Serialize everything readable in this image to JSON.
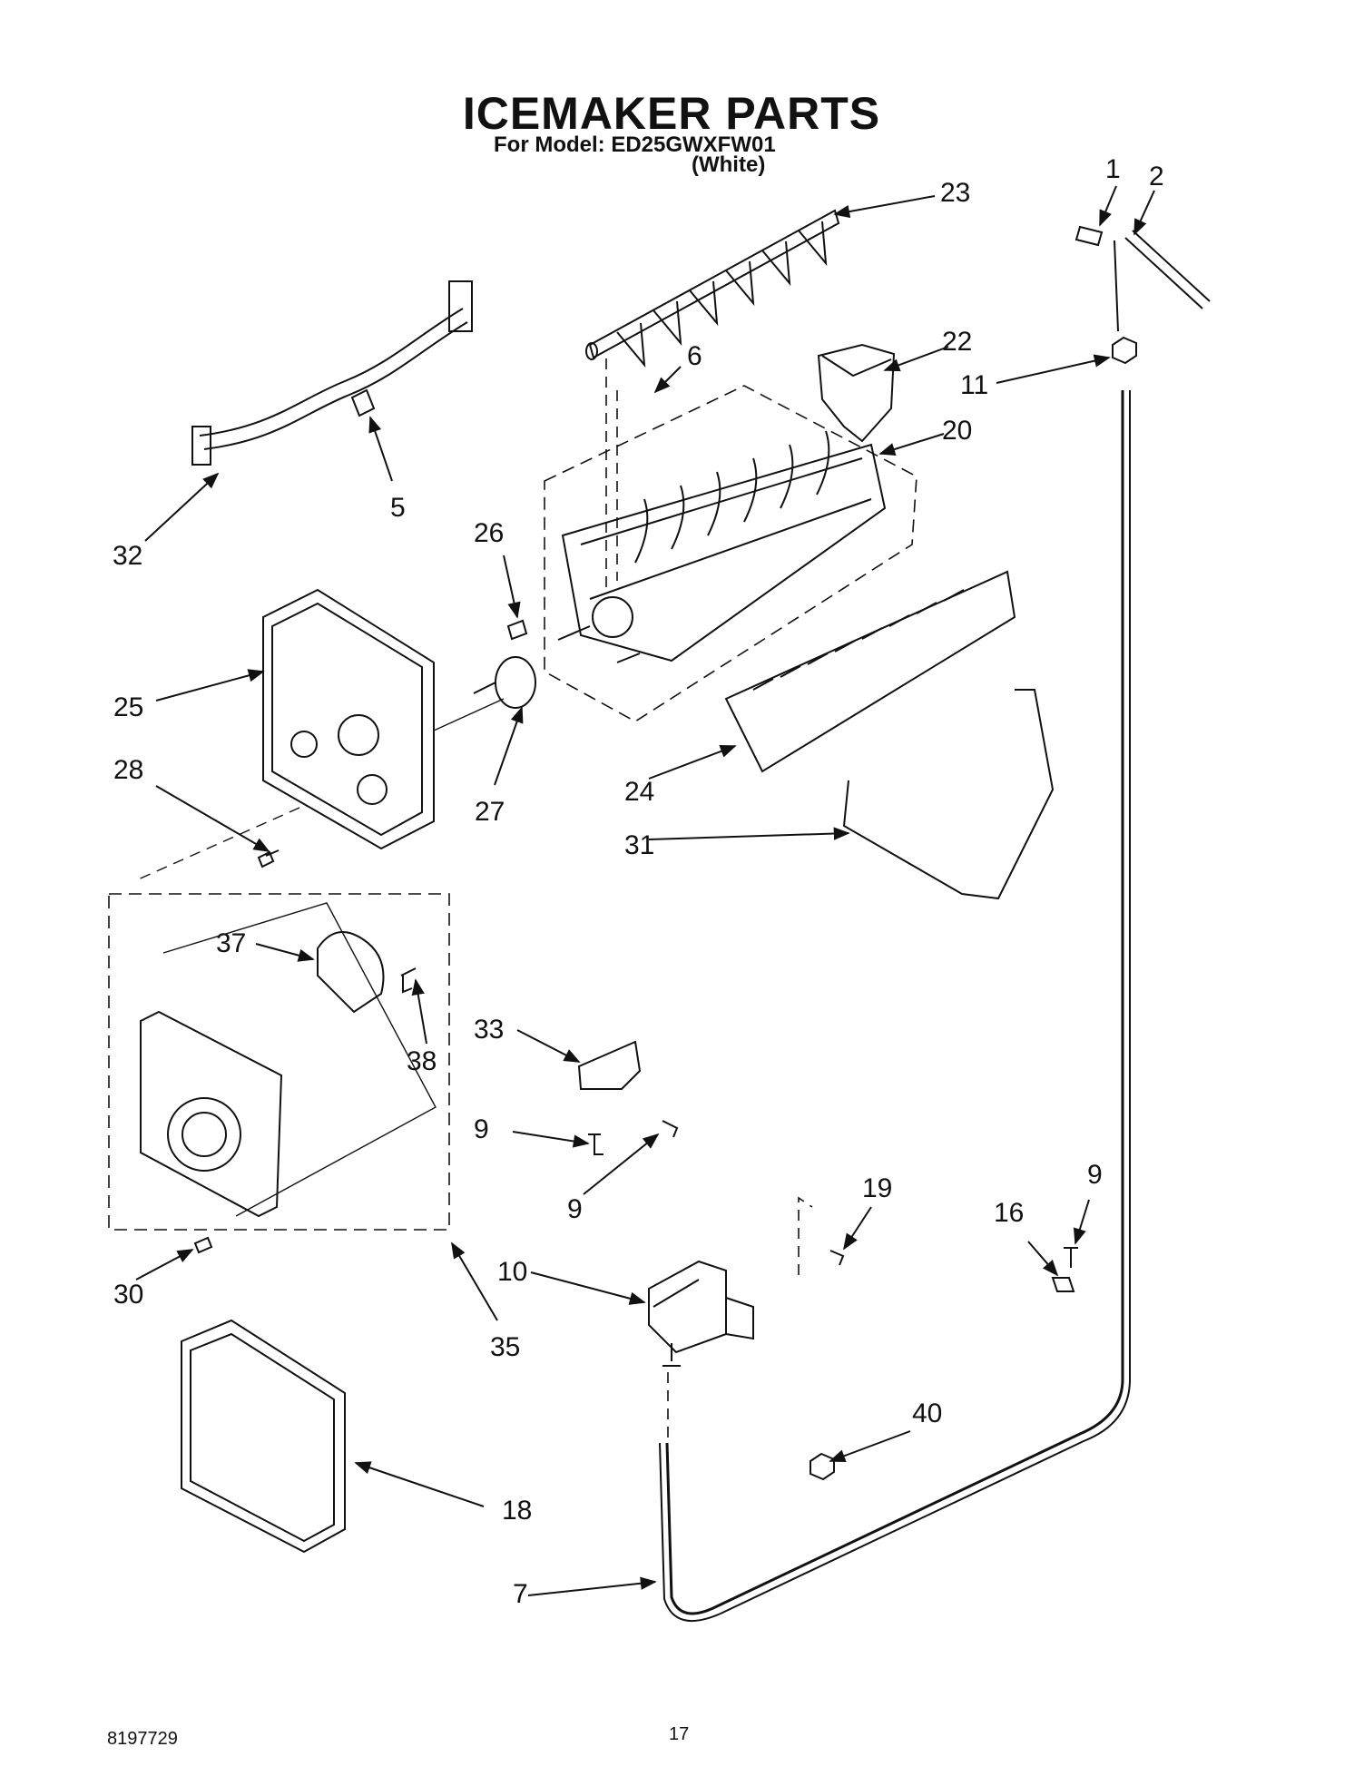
{
  "header": {
    "title": "ICEMAKER PARTS",
    "model_line": "For Model: ED25GWXFW01",
    "color_line": "(White)"
  },
  "callouts": [
    {
      "id": "c1",
      "text": "1"
    },
    {
      "id": "c2",
      "text": "2"
    },
    {
      "id": "c23",
      "text": "23"
    },
    {
      "id": "c22",
      "text": "22"
    },
    {
      "id": "c6",
      "text": "6"
    },
    {
      "id": "c11",
      "text": "11"
    },
    {
      "id": "c20",
      "text": "20"
    },
    {
      "id": "c5",
      "text": "5"
    },
    {
      "id": "c32",
      "text": "32"
    },
    {
      "id": "c26",
      "text": "26"
    },
    {
      "id": "c25",
      "text": "25"
    },
    {
      "id": "c27",
      "text": "27"
    },
    {
      "id": "c28",
      "text": "28"
    },
    {
      "id": "c24",
      "text": "24"
    },
    {
      "id": "c31",
      "text": "31"
    },
    {
      "id": "c37",
      "text": "37"
    },
    {
      "id": "c38",
      "text": "38"
    },
    {
      "id": "c33",
      "text": "33"
    },
    {
      "id": "c9a",
      "text": "9"
    },
    {
      "id": "c9b",
      "text": "9"
    },
    {
      "id": "c19",
      "text": "19"
    },
    {
      "id": "c9c",
      "text": "9"
    },
    {
      "id": "c16",
      "text": "16"
    },
    {
      "id": "c10",
      "text": "10"
    },
    {
      "id": "c30",
      "text": "30"
    },
    {
      "id": "c35",
      "text": "35"
    },
    {
      "id": "c40",
      "text": "40"
    },
    {
      "id": "c18",
      "text": "18"
    },
    {
      "id": "c7",
      "text": "7"
    }
  ],
  "footer": {
    "doc_number": "8197729",
    "page_number": "17"
  }
}
